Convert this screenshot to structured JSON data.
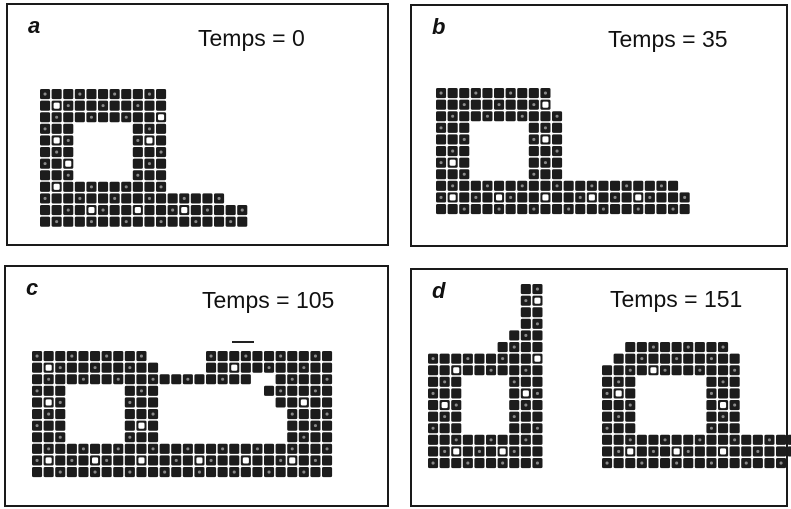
{
  "panels": [
    {
      "letter": "a",
      "time_label": "Temps = 0"
    },
    {
      "letter": "b",
      "time_label": "Temps = 35"
    },
    {
      "letter": "c",
      "time_label": "Temps = 105"
    },
    {
      "letter": "d",
      "time_label": "Temps = 151"
    }
  ],
  "colors": {
    "cell": "#1c1c1c",
    "empty": "#ffffff",
    "border": "#1a1a1a"
  }
}
